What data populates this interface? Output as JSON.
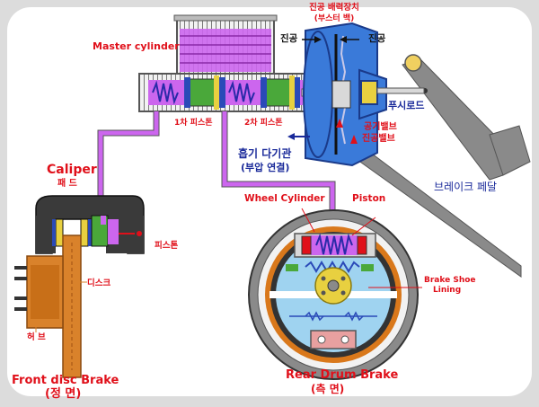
{
  "labels": {
    "booster_title": "진공 배력장치",
    "booster_sub": "(부스터 백)",
    "vacuum_left": "진공",
    "vacuum_right": "진공",
    "master_cylinder": "Master cylinder",
    "piston_primary": "1차 피스톤",
    "piston_secondary": "2차 피스톤",
    "push_rod": "푸시로드",
    "air_valve": "공기밸브",
    "vacuum_valve": "진공밸브",
    "intake_manifold": "흡기 다기관",
    "intake_sub": "(부압 연결)",
    "brake_pedal": "브레이크 페달",
    "caliper": "Caliper",
    "pad": "패 드",
    "caliper_piston": "피스톤",
    "disc": "디스크",
    "hub": "허 브",
    "front_title": "Front disc Brake",
    "front_sub": "(정 면)",
    "wheel_cylinder": "Wheel Cylinder",
    "drum_piston": "Piston",
    "brake_shoe": "Brake Shoe",
    "lining": "Lining",
    "rear_title": "Rear Drum Brake",
    "rear_sub": "(측 면)"
  },
  "colors": {
    "background": "#dcdcdc",
    "panel": "#ffffff",
    "brake_fluid": "#cc66ee",
    "booster": "#3a7ad9",
    "label_red": "#e0101a",
    "label_blue": "#1a2a9a",
    "caliper": "#333333",
    "disc": "#d9822b",
    "drum": "#9fd3f0",
    "lining": "#d9781b"
  }
}
